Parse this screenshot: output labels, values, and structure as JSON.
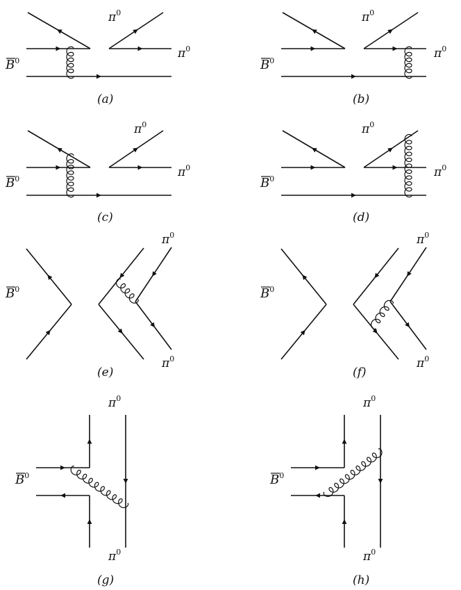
{
  "diagrams": [
    {
      "id": "a",
      "caption": "(a)",
      "b_label": "B",
      "pi_top": "π",
      "pi_side": "π",
      "sup": "0"
    },
    {
      "id": "b",
      "caption": "(b)",
      "b_label": "B",
      "pi_top": "π",
      "pi_side": "π",
      "sup": "0"
    },
    {
      "id": "c",
      "caption": "(c)",
      "b_label": "B",
      "pi_top": "π",
      "pi_side": "π",
      "sup": "0"
    },
    {
      "id": "d",
      "caption": "(d)",
      "b_label": "B",
      "pi_top": "π",
      "pi_side": "π",
      "sup": "0"
    },
    {
      "id": "e",
      "caption": "(e)",
      "b_label": "B",
      "pi_top": "π",
      "pi_side": "π",
      "sup": "0"
    },
    {
      "id": "f",
      "caption": "(f)",
      "b_label": "B",
      "pi_top": "π",
      "pi_side": "π",
      "sup": "0"
    },
    {
      "id": "g",
      "caption": "(g)",
      "b_label": "B",
      "pi_top": "π",
      "pi_side": "π",
      "sup": "0"
    },
    {
      "id": "h",
      "caption": "(h)",
      "b_label": "B",
      "pi_top": "π",
      "pi_side": "π",
      "sup": "0"
    }
  ]
}
